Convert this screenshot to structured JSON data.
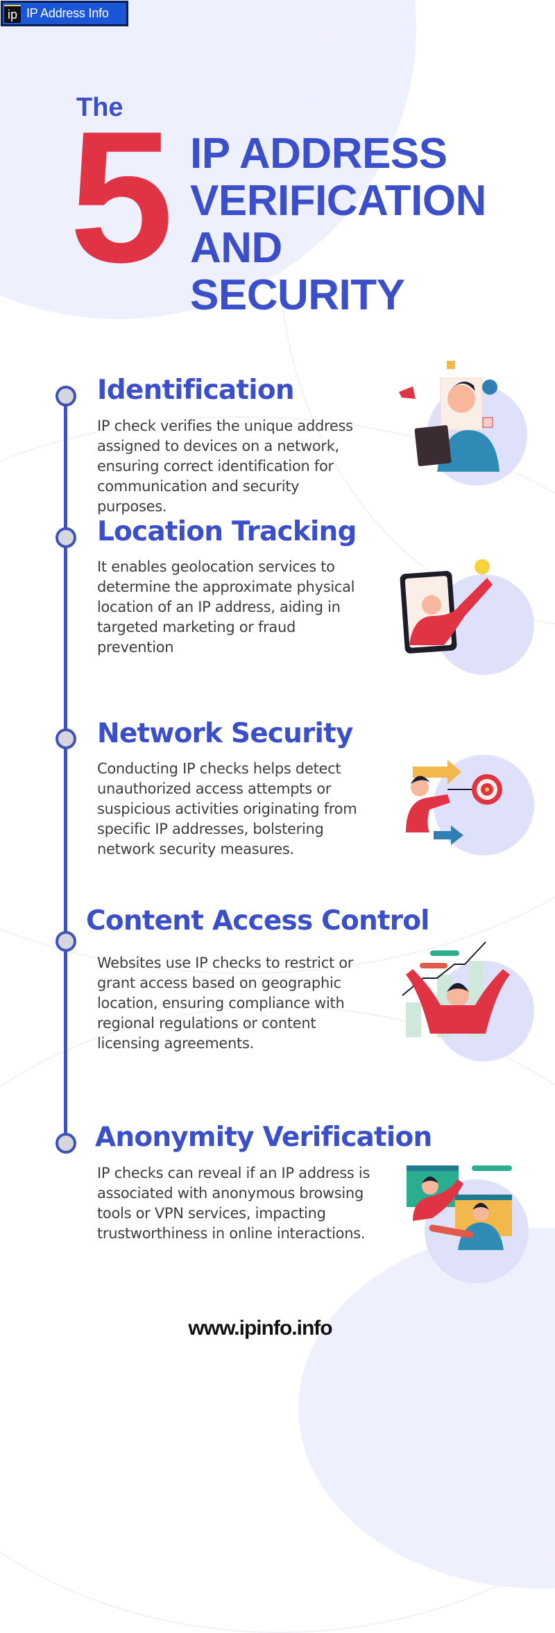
{
  "logo": {
    "badge": "ip",
    "text": "IP Address Info"
  },
  "header": {
    "the": "The",
    "number": "5",
    "title_lines": [
      "IP ADDRESS",
      "VERIFICATION",
      "AND",
      "SECURITY"
    ]
  },
  "sections": [
    {
      "title": "Identification",
      "description": "IP check verifies the unique address assigned to devices on a network, ensuring correct identification for communication and security purposes.",
      "illustration": "man-with-tablet-illustration"
    },
    {
      "title": "Location Tracking",
      "description": "It enables geolocation services to determine the approximate physical location of an IP address, aiding in targeted marketing or fraud prevention",
      "illustration": "woman-in-phone-with-lightbulb-illustration"
    },
    {
      "title": "Network Security",
      "description": "Conducting IP checks helps detect unauthorized access attempts or suspicious activities originating from specific IP addresses, bolstering network security measures.",
      "illustration": "woman-throwing-dart-at-target-illustration"
    },
    {
      "title": "Content Access Control",
      "description": "Websites use IP checks to restrict or grant access based on geographic location, ensuring compliance with regional regulations or content licensing agreements.",
      "illustration": "woman-celebrating-growth-chart-illustration"
    },
    {
      "title": "Anonymity Verification",
      "description": "IP checks can reveal if an IP address is associated with anonymous browsing tools or VPN services, impacting trustworthiness in online interactions.",
      "illustration": "two-people-browser-windows-illustration"
    }
  ],
  "footer": {
    "url": "www.ipinfo.info"
  },
  "colors": {
    "accent_blue": "#3b4fc9",
    "accent_red": "#e03444",
    "timeline": "#3e52b8",
    "body_text": "#3c3c3c",
    "illustration_circle": "#dfe1fb",
    "background_blob": "#eef0fd"
  }
}
